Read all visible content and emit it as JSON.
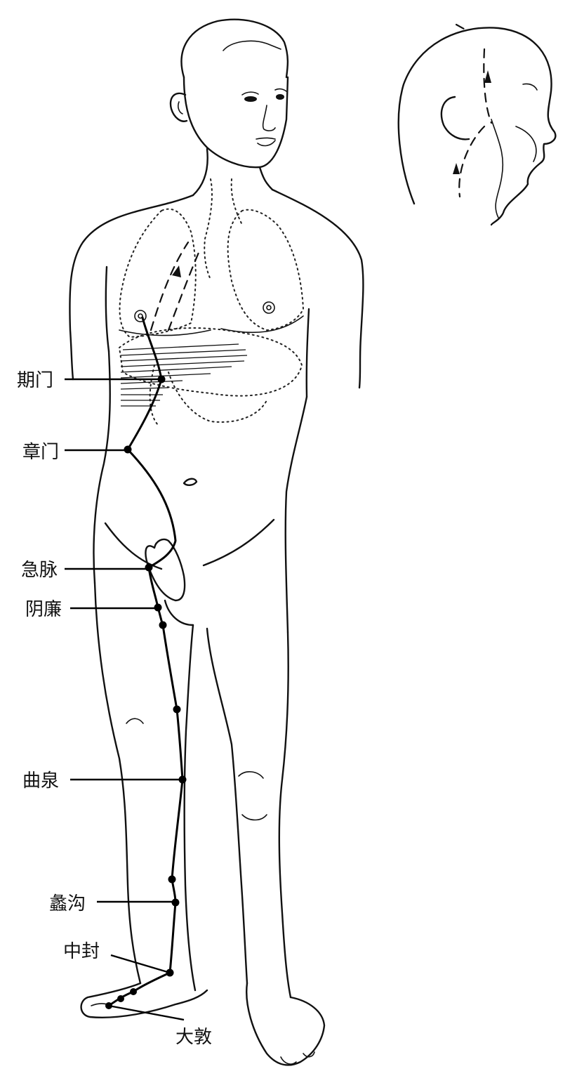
{
  "points": {
    "qimen": "期门",
    "zhangmen": "章门",
    "jimai": "急脉",
    "yinlian": "阴廉",
    "ququan": "曲泉",
    "ligou": "蠡沟",
    "zhongfeng": "中封",
    "dadun": "大敦"
  }
}
